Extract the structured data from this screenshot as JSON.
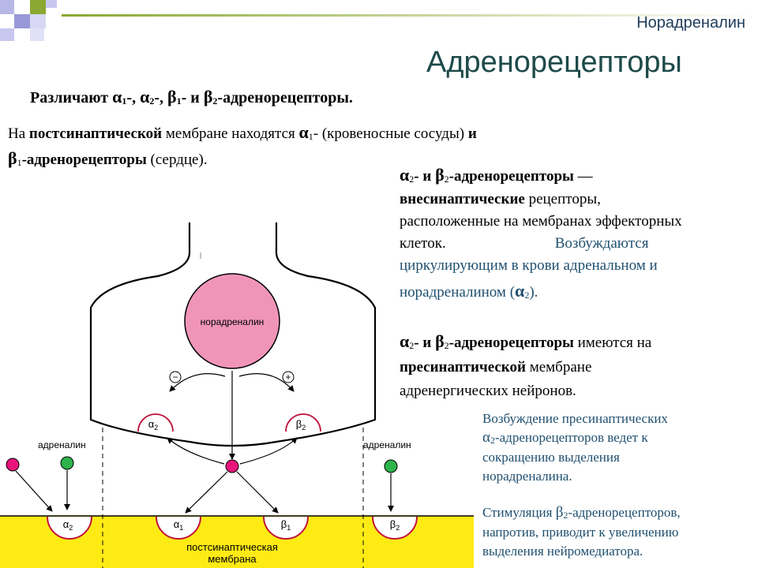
{
  "header": {
    "corner_label": "Норадреналин",
    "title": "Адренорецепторы"
  },
  "intro": {
    "lead": "Различают ",
    "a": "α",
    "s1": "1",
    "sep1": "-, ",
    "b": "α",
    "s2": "2",
    "sep2": "-, ",
    "c": "β",
    "s3": "1",
    "sep3": "- и ",
    "d": "β",
    "s4": "2",
    "tail": "-адренорецепторы."
  },
  "post": {
    "t1": "На ",
    "t2": "постсинаптической",
    "t3": " мембране находятся ",
    "t4": "α",
    "t5": "1",
    "t6": "- (кровеносные сосуды) ",
    "t7": "и",
    "t8": "β",
    "t9": "1",
    "t10": "-адренорецепторы",
    "t11": " (сердце)."
  },
  "extra": {
    "t1": "α",
    "t2": "2",
    "t3": "- и ",
    "t4": "β",
    "t5": "2",
    "t6": "-адренорецепторы",
    "t7": " —",
    "t8": "внесинаптические",
    "t9": " рецепторы,",
    "t10": "расположенные на мембранах эффекторных",
    "t11": "клеток.",
    "t12": "Возбуждаются",
    "t13": "циркулирующим в крови адренальном и",
    "t14": "норадреналином (",
    "t15": "α",
    "t16": "2",
    "t17": ")."
  },
  "pre": {
    "t1": "α",
    "t2": "2",
    "t3": "- и ",
    "t4": "β",
    "t5": "2",
    "t6": "-адренорецепторы",
    "t7": " имеются на",
    "t8": "пресинаптической",
    "t9": " мембране",
    "t10": "адренергических нейронов."
  },
  "note1": {
    "t1": "Возбуждение пресинаптических",
    "t2": "α",
    "t3": "2",
    "t4": "-адренорецепторов ведет к",
    "t5": "сокращению выделения",
    "t6": "норадреналина."
  },
  "note2": {
    "t1": "Стимуляция ",
    "t2": "β",
    "t3": "2",
    "t4": "-адренорецепторов,",
    "t5": "напротив, приводит к увеличению",
    "t6": "выделения нейромедиатора."
  },
  "diagram": {
    "vesicle_label": "норадреналин",
    "minus": "−",
    "plus": "+",
    "pre_a": "α",
    "pre_a_sub": "2",
    "pre_b": "β",
    "pre_b_sub": "2",
    "adrenalin_left": "адреналин",
    "adrenalin_right": "адреналин",
    "r1": "α",
    "r1_sub": "2",
    "r2": "α",
    "r2_sub": "1",
    "r3": "β",
    "r3_sub": "1",
    "r4": "β",
    "r4_sub": "2",
    "membrane_line1": "постсинаптическая",
    "membrane_line2": "мембрана"
  },
  "colors": {
    "vesicle": "#f095b8",
    "magenta_dot": "#e8147c",
    "green_dot": "#2db34a",
    "membrane": "#ffeb14",
    "receptor_fill": "#ffffff",
    "receptor_stroke": "#c0143c",
    "accent_text": "#1f4f6f",
    "deco_green": "#8aa832",
    "deco_lavender": "#c8c8f0"
  }
}
